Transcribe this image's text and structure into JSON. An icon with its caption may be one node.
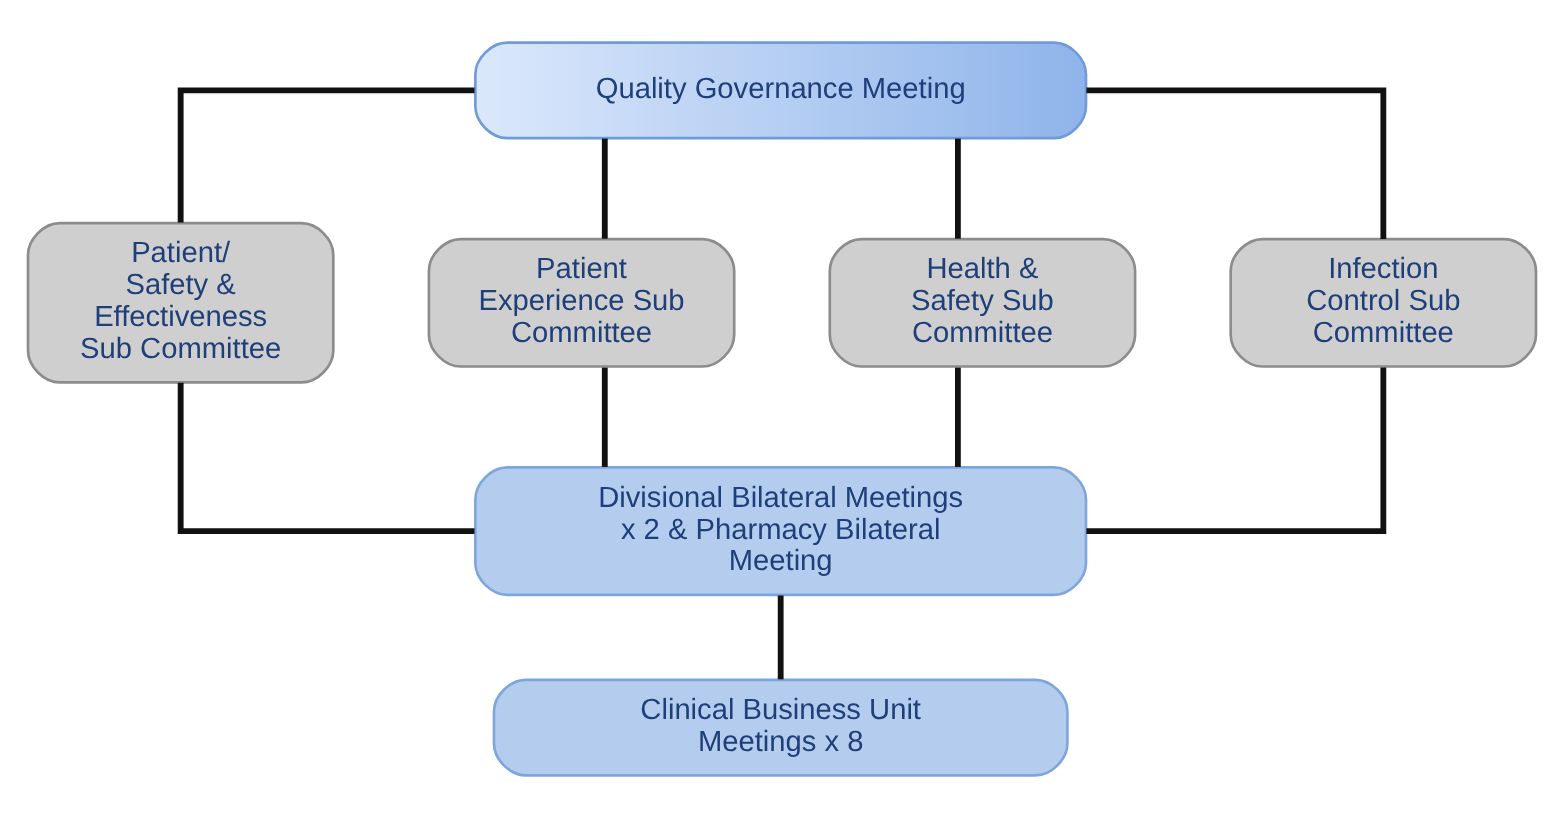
{
  "diagram": {
    "nodes": [
      {
        "text": [
          "Quality Governance Meeting"
        ]
      },
      {
        "text": [
          "Patient/ Safety & Effectiveness Sub Committee"
        ]
      },
      {
        "text": [
          "Patient Experience Sub Committee"
        ]
      },
      {
        "text": [
          "Health & Safety Sub Committee"
        ]
      },
      {
        "text": [
          "Infection Control Sub Committee"
        ]
      },
      {
        "text": [
          "Divisional Bilateral Meetings x 2 & Pharmacy Bilateral Meeting"
        ]
      },
      {
        "text": [
          "Clinical Business Unit Meetings x 8"
        ]
      }
    ],
    "edges": [
      {
        "from": 0,
        "to": 1,
        "arrow": "none"
      },
      {
        "from": 0,
        "to": 2,
        "arrow": "none"
      },
      {
        "from": 0,
        "to": 3,
        "arrow": "none"
      },
      {
        "from": 0,
        "to": 4,
        "arrow": "none"
      },
      {
        "from": 1,
        "to": 5,
        "arrow": "none"
      },
      {
        "from": 2,
        "to": 5,
        "arrow": "none"
      },
      {
        "from": 3,
        "to": 5,
        "arrow": "none"
      },
      {
        "from": 4,
        "to": 5,
        "arrow": "none"
      },
      {
        "from": 5,
        "to": 6,
        "arrow": "none"
      }
    ]
  }
}
